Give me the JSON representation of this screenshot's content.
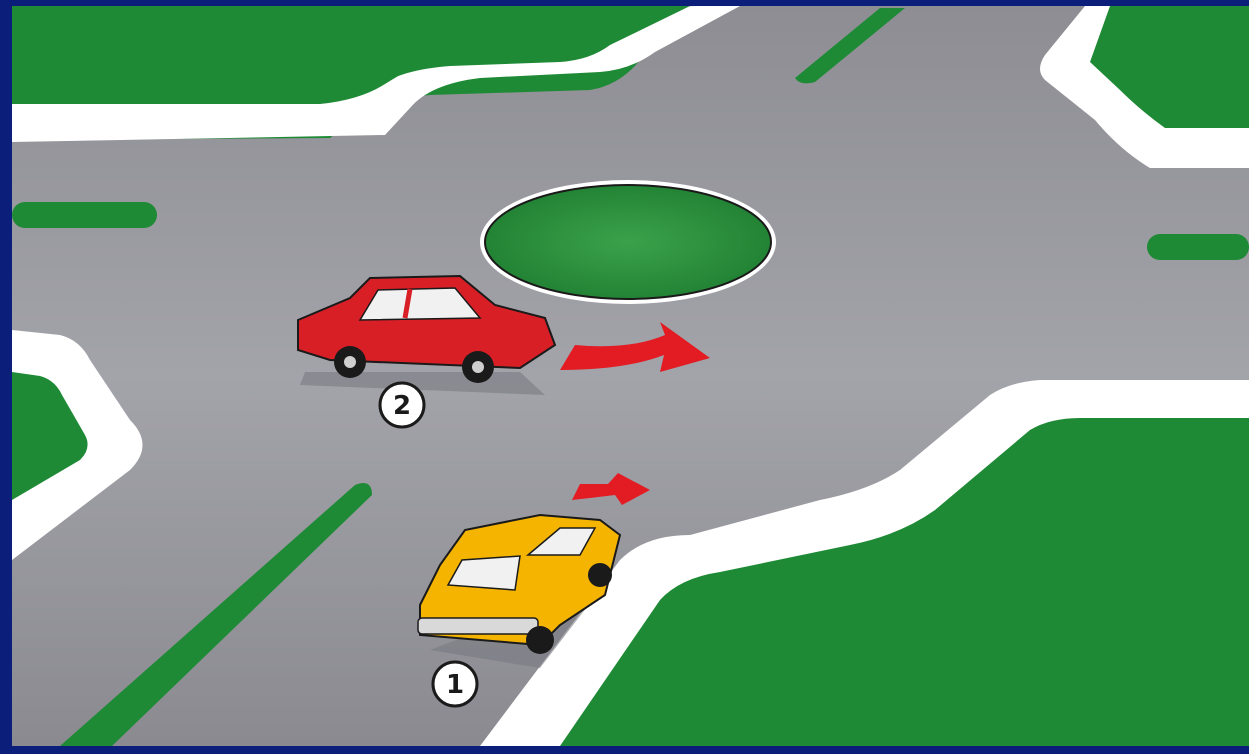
{
  "scene": {
    "vehicles": [
      {
        "id": "car-1",
        "label": "1",
        "color": "#f4b400",
        "direction": "straight"
      },
      {
        "id": "car-2",
        "label": "2",
        "color": "#d81f26",
        "direction": "right"
      }
    ],
    "colors": {
      "frame": "#0b1f7a",
      "grass": "#1e8a35",
      "asphalt": "#9a9aa0",
      "curb": "#ffffff",
      "arrow": "#e31b23"
    }
  }
}
